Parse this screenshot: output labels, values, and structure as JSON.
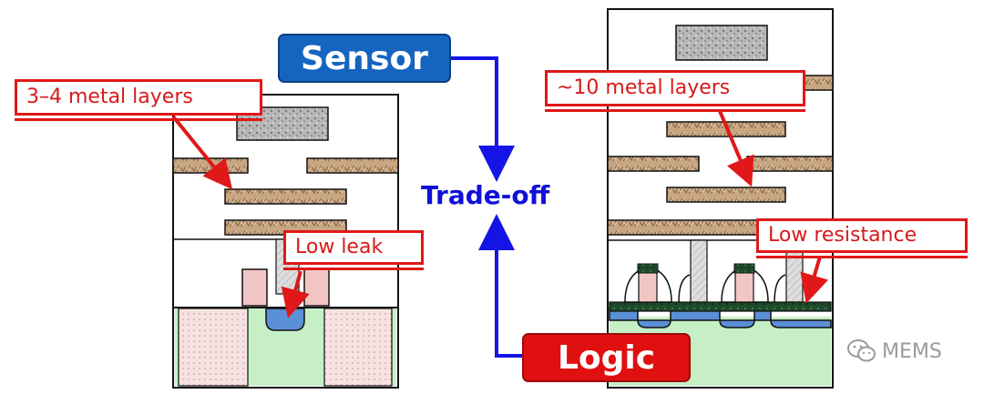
{
  "labels": {
    "sensor": "Sensor",
    "logic": "Logic",
    "tradeoff": "Trade-off",
    "left_metal": "3–4 metal layers",
    "left_leak": "Low leak",
    "right_metal": "~10 metal layers",
    "right_resistance": "Low resistance"
  },
  "watermark": {
    "text": "MEMS",
    "icon": "wechat-icon"
  },
  "colors": {
    "sensor_fill": "#1565c0",
    "logic_fill": "#e01010",
    "tradeoff_text": "#1010d8",
    "callout_red": "#e01818",
    "arrow_blue": "#1414e6",
    "substrate_green": "#c6efc6",
    "well_blue": "#5b8fd6",
    "gate_pink": "#f3c6c6",
    "metal_tan": "#c8a882"
  }
}
